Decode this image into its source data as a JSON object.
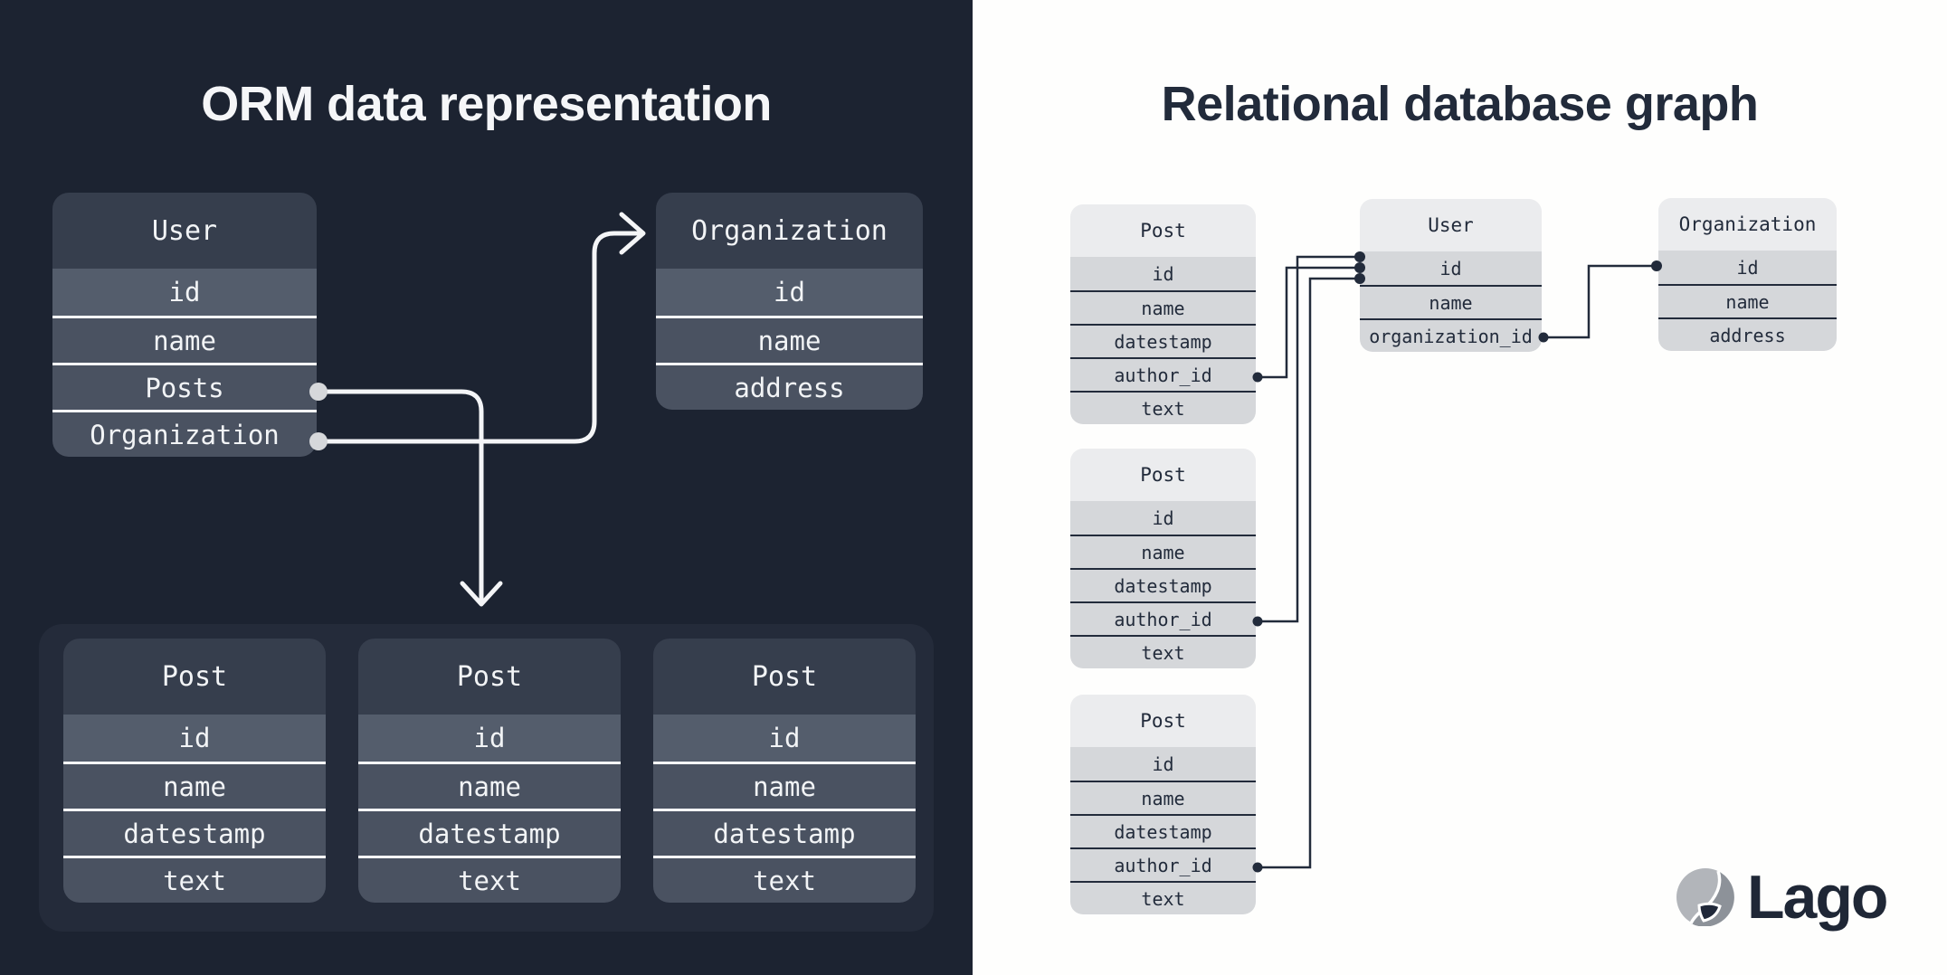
{
  "left_panel": {
    "title": "ORM data representation",
    "user_table": {
      "title": "User",
      "fields": [
        "id",
        "name",
        "Posts",
        "Organization"
      ]
    },
    "organization_table": {
      "title": "Organization",
      "fields": [
        "id",
        "name",
        "address"
      ]
    },
    "posts": [
      {
        "title": "Post",
        "fields": [
          "id",
          "name",
          "datestamp",
          "text"
        ]
      },
      {
        "title": "Post",
        "fields": [
          "id",
          "name",
          "datestamp",
          "text"
        ]
      },
      {
        "title": "Post",
        "fields": [
          "id",
          "name",
          "datestamp",
          "text"
        ]
      }
    ]
  },
  "right_panel": {
    "title": "Relational database graph",
    "posts": [
      {
        "title": "Post",
        "fields": [
          "id",
          "name",
          "datestamp",
          "author_id",
          "text"
        ]
      },
      {
        "title": "Post",
        "fields": [
          "id",
          "name",
          "datestamp",
          "author_id",
          "text"
        ]
      },
      {
        "title": "Post",
        "fields": [
          "id",
          "name",
          "datestamp",
          "author_id",
          "text"
        ]
      }
    ],
    "user_table": {
      "title": "User",
      "fields": [
        "id",
        "name",
        "organization_id"
      ]
    },
    "organization_table": {
      "title": "Organization",
      "fields": [
        "id",
        "name",
        "address"
      ]
    }
  },
  "logo": {
    "text": "Lago"
  },
  "colors": {
    "left_bg": "#1C2331",
    "dark_table_header": "#363E4D",
    "dark_table_row": "#4A5261",
    "dark_table_id_row": "#545D6C",
    "posts_container_bg": "#242B3A",
    "light_connector": "#F4F5F7",
    "light_connector_dot": "#D6D8DB",
    "right_bg": "#FFFFFF",
    "light_table_header": "#EBECEE",
    "light_table_row": "#D5D7DA",
    "ink": "#222B3B"
  }
}
